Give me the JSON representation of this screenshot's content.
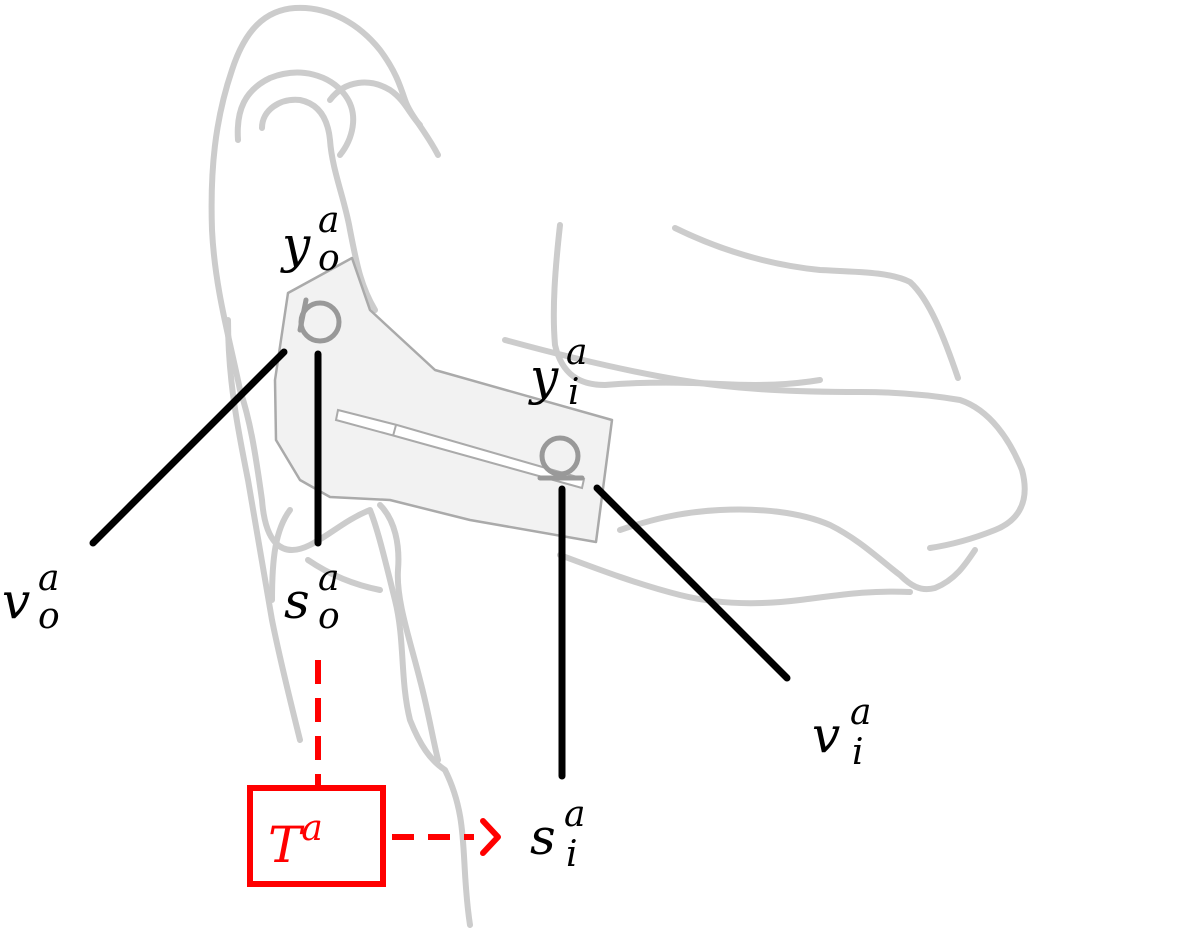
{
  "labels": {
    "y_o": {
      "base": "y",
      "sup": "a",
      "sub": "o"
    },
    "y_i": {
      "base": "y",
      "sup": "a",
      "sub": "i"
    },
    "v_o": {
      "base": "v",
      "sup": "a",
      "sub": "o"
    },
    "s_o": {
      "base": "s",
      "sup": "a",
      "sub": "o"
    },
    "v_i": {
      "base": "v",
      "sup": "a",
      "sub": "i"
    },
    "s_i": {
      "base": "s",
      "sup": "a",
      "sub": "i"
    },
    "transform": {
      "base": "T",
      "sup": "a"
    }
  },
  "colors": {
    "ear_outline": "#cccccc",
    "device_fill": "#f2f2f2",
    "device_stroke": "#aaaaaa",
    "mic": "#999999",
    "arrow": "#000000",
    "transform": "#ff0000"
  }
}
